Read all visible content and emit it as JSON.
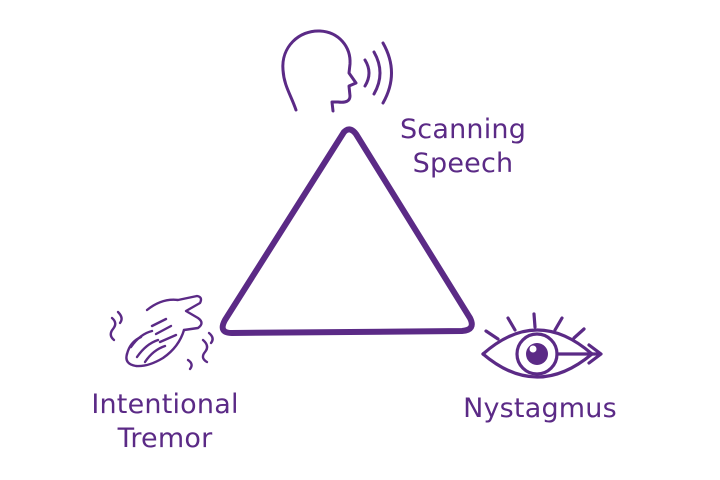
{
  "diagram": {
    "accent_color": "#5b2a86",
    "background": "#ffffff",
    "shape": "triangle",
    "vertices": [
      {
        "id": "top",
        "icon": "head-speaking-icon",
        "label_lines": [
          "Scanning",
          "Speech"
        ]
      },
      {
        "id": "bottom-left",
        "icon": "trembling-hand-icon",
        "label_lines": [
          "Intentional",
          "Tremor"
        ]
      },
      {
        "id": "bottom-right",
        "icon": "eye-arrow-icon",
        "label_lines": [
          "Nystagmus"
        ]
      }
    ]
  }
}
